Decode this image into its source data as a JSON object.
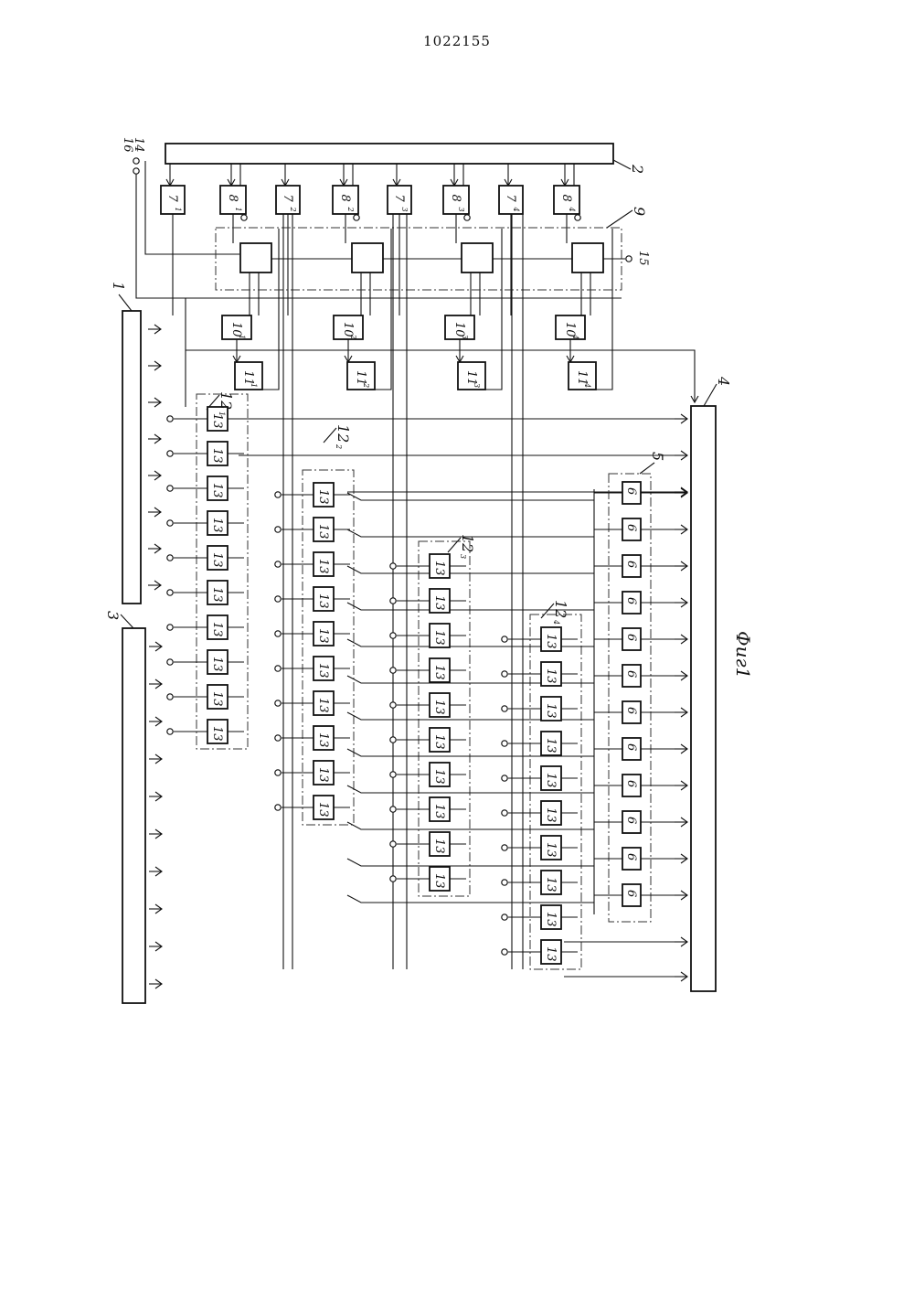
{
  "page_number": "1022155",
  "figure_caption": "Фиг1",
  "labels": {
    "reg1": "1",
    "reg2": "2",
    "reg3": "3",
    "reg4": "4",
    "group5": "5",
    "unit9": "9",
    "term14": "14",
    "term15": "15",
    "term16": "16",
    "g12_1": "12",
    "g12_2": "12",
    "g12_3": "12",
    "g12_4": "12"
  },
  "block_codes": {
    "b7": "7",
    "b8": "8",
    "b10": "10",
    "b11": "11",
    "b13": "13",
    "b6": "6"
  },
  "subscripts": [
    "1",
    "2",
    "3",
    "4"
  ]
}
